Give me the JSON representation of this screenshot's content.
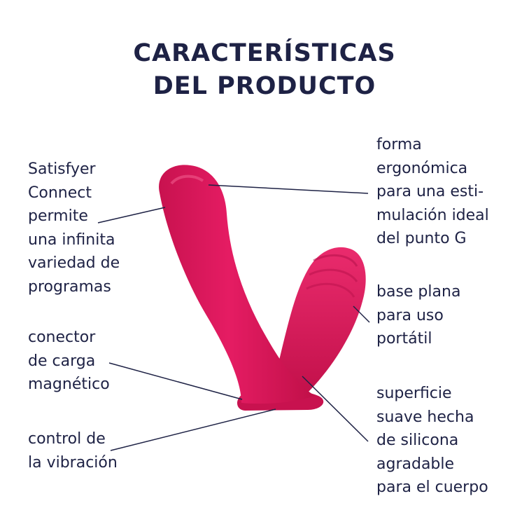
{
  "title": {
    "line1": "CARACTERÍSTICAS",
    "line2": "DEL PRODUCTO"
  },
  "labels": {
    "left_top": [
      "Satisfyer",
      "Connect",
      "permite",
      "una infinita",
      "variedad de",
      "programas"
    ],
    "left_mid": [
      "conector",
      "de carga",
      "magnético"
    ],
    "left_bottom": [
      "control de",
      "la vibración"
    ],
    "right_top": [
      "forma",
      "ergonómica",
      "para una esti-",
      "mulación ideal",
      "del punto G"
    ],
    "right_mid": [
      "base plana",
      "para uso",
      "portátil"
    ],
    "right_bottom": [
      "superficie",
      "suave hecha",
      "de silicona",
      "agradable",
      "para el cuerpo"
    ]
  },
  "colors": {
    "text": "#1e2245",
    "product": "#e0195f",
    "product_shadow": "#b5104a",
    "product_highlight": "#f05a8c"
  }
}
